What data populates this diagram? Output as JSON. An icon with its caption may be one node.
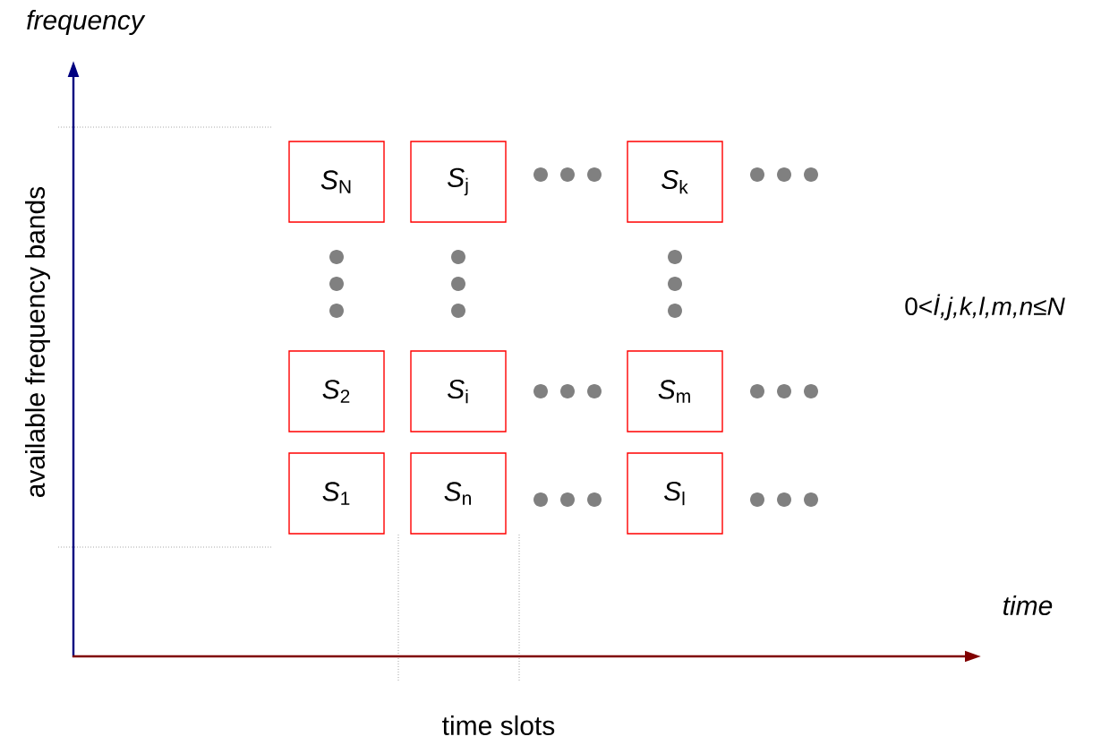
{
  "diagram": {
    "nodes": [
      {
        "text": [
          "*S*$_{N}$"
        ]
      },
      {
        "text": [
          "*S*$_{j}$"
        ]
      },
      {
        "text": [
          "*S*$_{k}$"
        ]
      },
      {
        "text": [
          "*S*$_{2}$"
        ]
      },
      {
        "text": [
          "*S*$_{i}$"
        ]
      },
      {
        "text": [
          "*S*$_{m}$"
        ]
      },
      {
        "text": [
          "*S*$_{1}$"
        ]
      },
      {
        "text": [
          "*S*$_{n}$"
        ]
      },
      {
        "text": [
          "*S*$_{l}$"
        ]
      }
    ],
    "labels": [
      "frequency",
      "available frequency bands",
      "0<*İ,j,k,l,m,n≤N*",
      "time",
      "time slots"
    ]
  }
}
